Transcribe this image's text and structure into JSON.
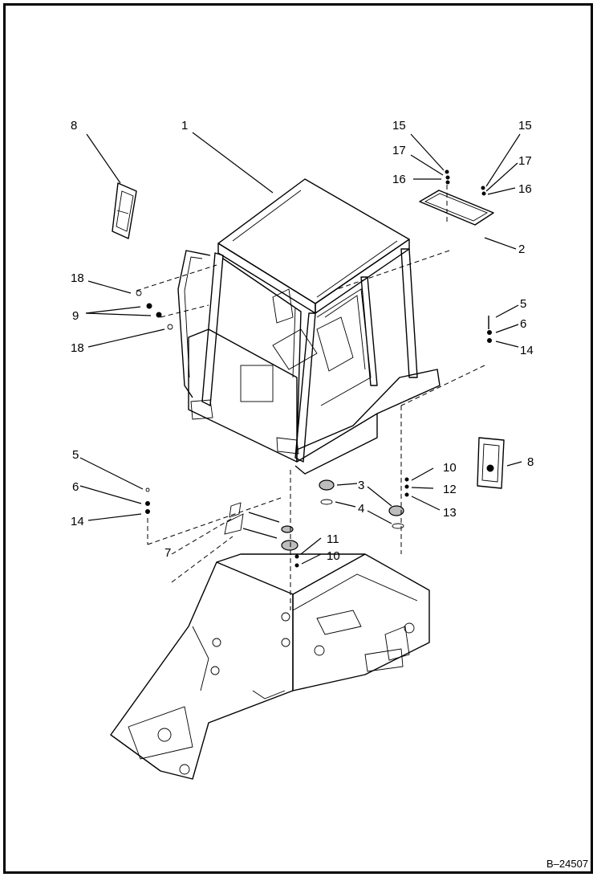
{
  "figure_id": "B–24507",
  "callouts": {
    "c1": "1",
    "c2": "2",
    "c3": "3",
    "c4": "4",
    "c5_right": "5",
    "c5_left": "5",
    "c6_right": "6",
    "c6_left": "6",
    "c7": "7",
    "c8_left": "8",
    "c8_right": "8",
    "c9": "9",
    "c10_upper": "10",
    "c10_lower": "10",
    "c11": "11",
    "c12": "12",
    "c13": "13",
    "c14_right": "14",
    "c14_left": "14",
    "c15_a": "15",
    "c15_b": "15",
    "c16_a": "16",
    "c16_b": "16",
    "c17_a": "17",
    "c17_b": "17",
    "c18_upper": "18",
    "c18_lower": "18"
  }
}
